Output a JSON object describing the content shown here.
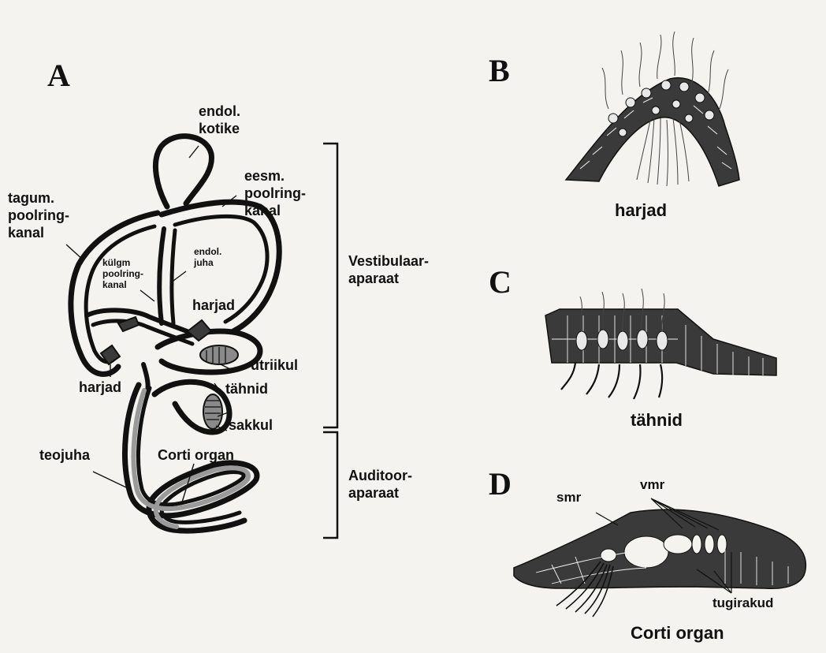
{
  "panel_a": {
    "letter": "A",
    "labels": {
      "endol_kotike": [
        "endol.",
        "kotike"
      ],
      "eesm": [
        "eesm.",
        "poolring-",
        "kanal"
      ],
      "tagum": [
        "tagum.",
        "poolring-",
        "kanal"
      ],
      "kulgm": [
        "külgm",
        "poolring-",
        "kanal"
      ],
      "endol_juha": [
        "endol.",
        "juha"
      ],
      "harjad_upper": "harjad",
      "harjad_lower": "harjad",
      "utriikul": "utriikul",
      "tahnid": "tähnid",
      "sakkul": "sakkul",
      "teojuha": "teojuha",
      "corti": "Corti organ"
    },
    "brackets": {
      "vestibular": [
        "Vestibulaar-",
        "aparaat"
      ],
      "auditory": [
        "Auditoor-",
        "aparaat"
      ]
    }
  },
  "panel_b": {
    "letter": "B",
    "caption": "harjad"
  },
  "panel_c": {
    "letter": "C",
    "caption": "tähnid"
  },
  "panel_d": {
    "letter": "D",
    "caption": "Corti organ",
    "labels": {
      "smr": "smr",
      "vmr": "vmr",
      "tugirakud": "tugirakud"
    }
  },
  "colors": {
    "ink": "#111111",
    "tissue": "#3a3a3a",
    "gray_fill": "#9a9a9a",
    "paper": "#f4f3ef"
  }
}
